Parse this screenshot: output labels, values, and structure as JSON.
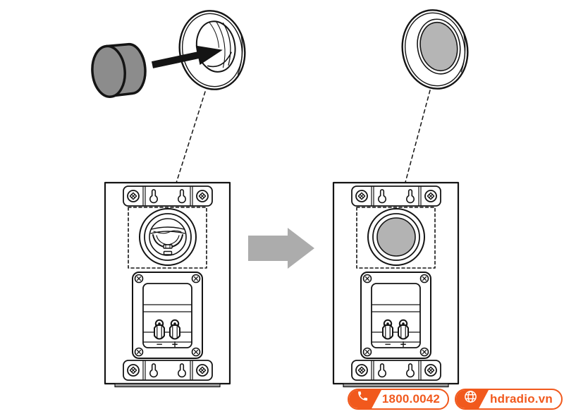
{
  "contact_bar": {
    "hotline": {
      "label": "1800.0042",
      "icon": "phone-icon"
    },
    "website": {
      "label": "hdradio.vn",
      "icon": "globe-icon"
    },
    "accent_color": "#F1591D",
    "text_color": "#F1591D"
  },
  "diagram": {
    "type": "speaker-port-plug-installation-figure",
    "terminal_labels": {
      "minus": "−",
      "plus": "+"
    },
    "colors": {
      "outline": "#141414",
      "foam_plug_gray": "#8C8C8C",
      "installed_plug_gray": "#B3B3B3",
      "transition_arrow_gray": "#ACACAC",
      "insert_arrow_black": "#141414",
      "background": "#FFFFFF"
    }
  }
}
